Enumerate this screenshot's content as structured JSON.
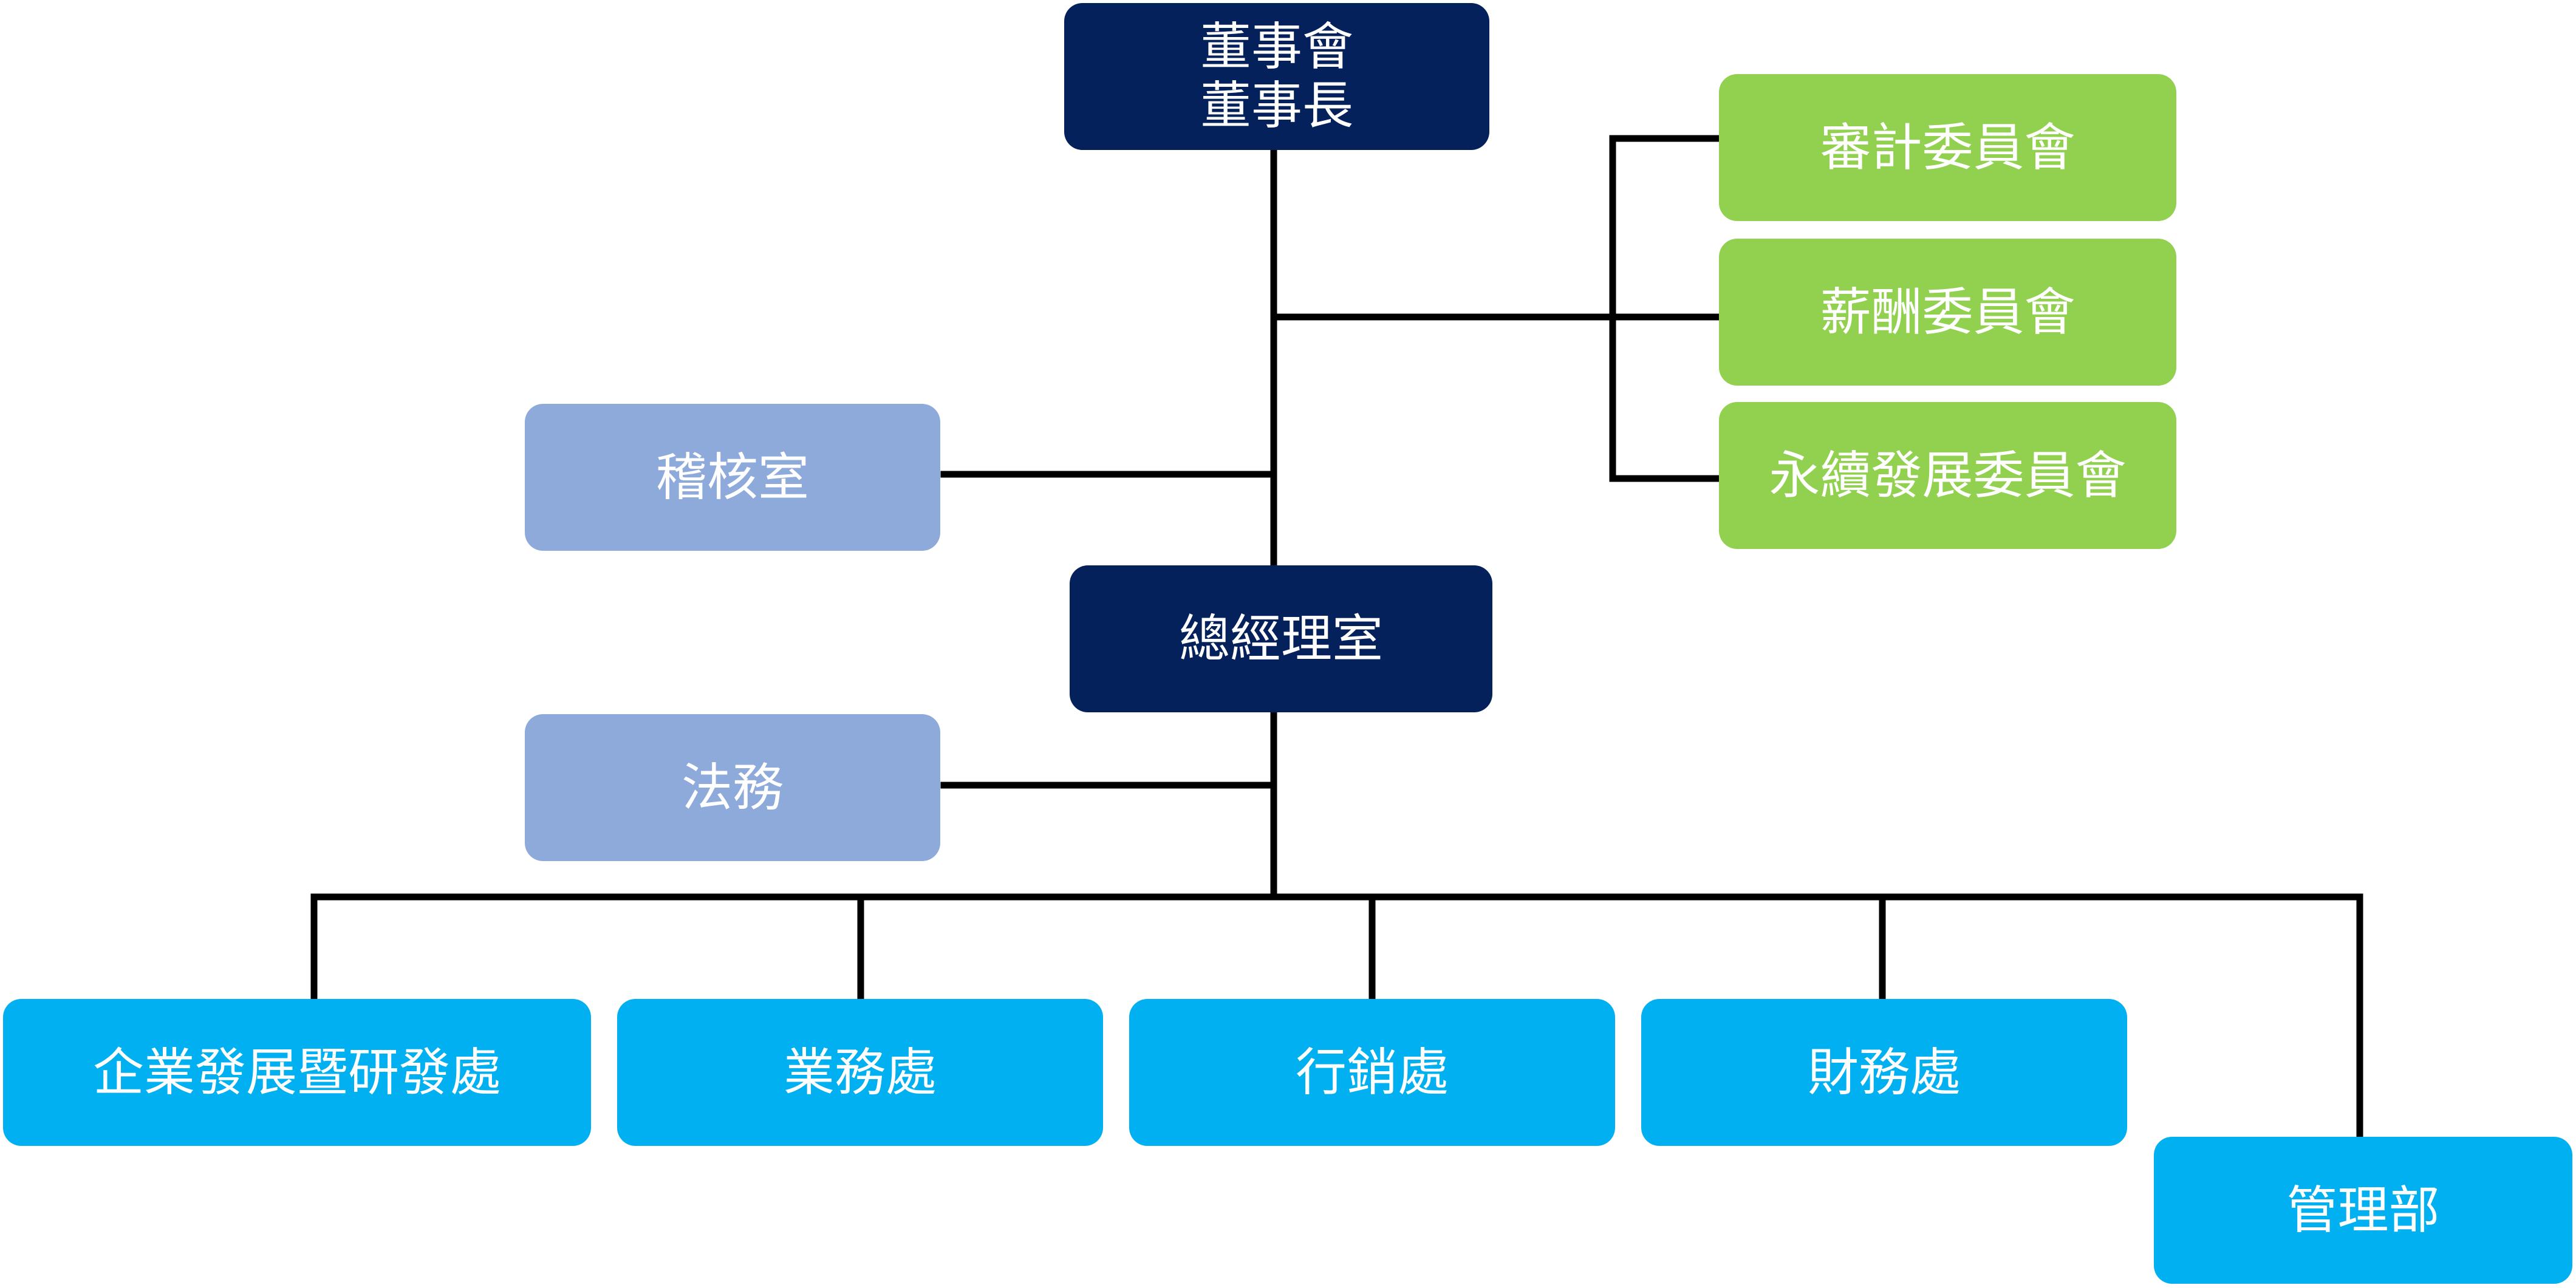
{
  "board": {
    "line1": "董事會",
    "line2": "董事長"
  },
  "committees": [
    {
      "label": "審計委員會"
    },
    {
      "label": "薪酬委員會"
    },
    {
      "label": "永續發展委員會"
    }
  ],
  "audit_office": {
    "label": "稽核室"
  },
  "gm_office": {
    "label": "總經理室"
  },
  "legal": {
    "label": "法務"
  },
  "departments": [
    {
      "label": "企業發展暨研發處"
    },
    {
      "label": "業務處"
    },
    {
      "label": "行銷處"
    },
    {
      "label": "財務處"
    },
    {
      "label": "管理部"
    }
  ],
  "colors": {
    "navy": "#04215c",
    "lavender": "#8eaadb",
    "green": "#92d050",
    "cyan": "#00b0f0",
    "connector": "#000000"
  }
}
